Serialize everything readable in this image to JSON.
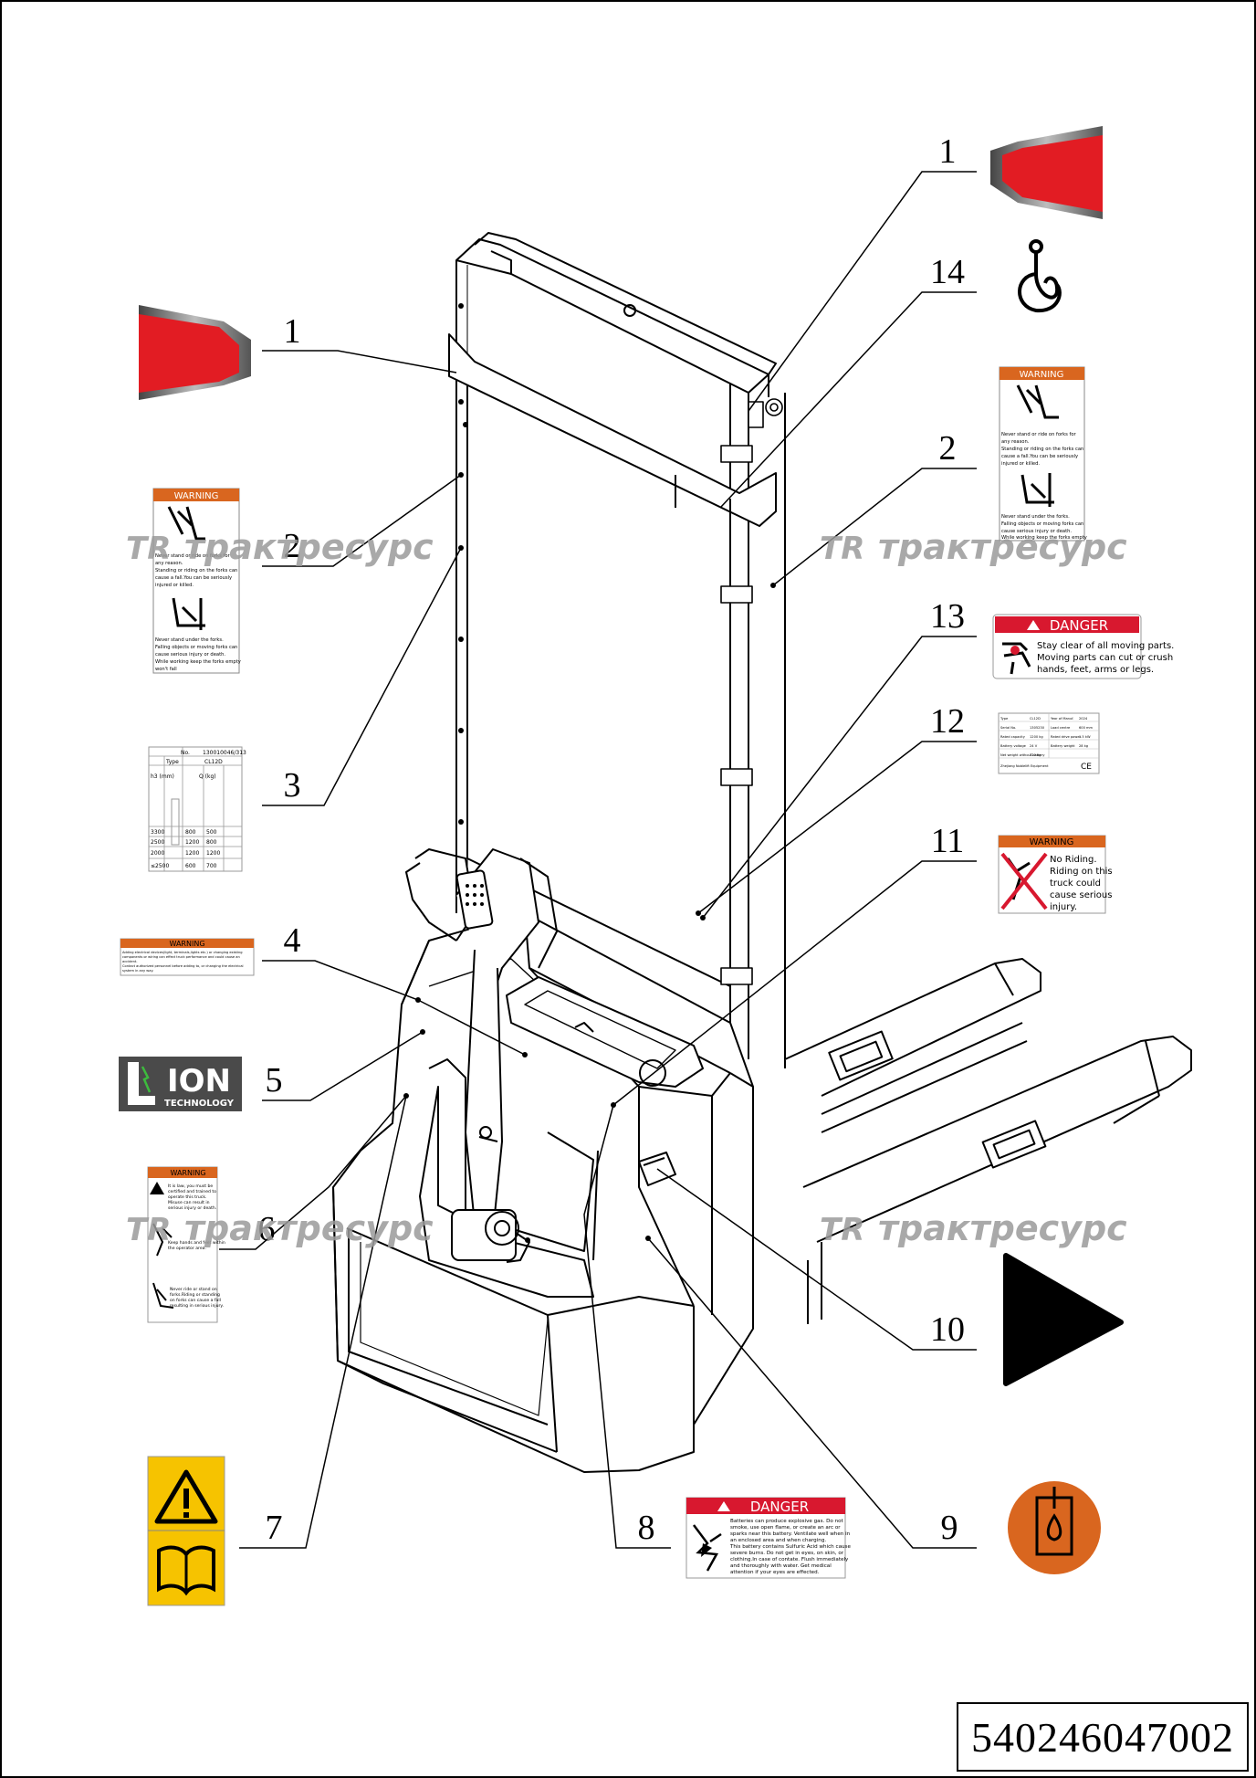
{
  "document_number": "540246047002",
  "watermark": "трактресурс",
  "callouts": [
    "1",
    "1",
    "2",
    "2",
    "3",
    "4",
    "5",
    "6",
    "7",
    "8",
    "9",
    "10",
    "11",
    "12",
    "13",
    "14"
  ],
  "decals": {
    "warning_forks": {
      "header": "WARNING",
      "line1": "Never stand or ride on forks for",
      "line2": "any reason.",
      "line3": "Standing or riding on the forks can",
      "line4": "cause a fall.You can be seriously",
      "line5": "injured or killed.",
      "line6": "Never stand under the forks.",
      "line7": "Falling objects or moving forks can",
      "line8": "cause serious injury or death.",
      "line9": "While working keep the forks empty",
      "line10": "won't fall"
    },
    "load_chart": {
      "no_label": "No.",
      "no_value": "130010046/313",
      "type_label": "Type",
      "type_value": "CL12D",
      "col1": "h3 (mm)",
      "col2": "Q (kg)",
      "r1": [
        "3300",
        "800",
        "500"
      ],
      "r2": [
        "2500",
        "1200",
        "800"
      ],
      "r3": [
        "2000",
        "1200",
        "1200"
      ],
      "r4": [
        "≤2500",
        "600",
        "700"
      ]
    },
    "warning_electrical": {
      "header": "WARNING",
      "text1": "Adding electrical devices(light, terminals,lights etc.) or changing existing",
      "text2": "components or wiring can effect truck performance and could cause an",
      "text3": "accident.",
      "text4": "Contact authorized personnel before adding to, or changing the electrical",
      "text5": "system in any way."
    },
    "lion": {
      "word": "ION",
      "sub": "TECHNOLOGY"
    },
    "warning_operate": {
      "header": "WARNING",
      "t1": "It is law, you must be",
      "t2": "certified and trained to",
      "t3": "operate this truck.",
      "t4": "Misuse can result in",
      "t5": "serious injury or death.",
      "t6": "Keep hands and feet within",
      "t7": "the operator area.",
      "t8": "Never ride or stand on",
      "t9": "forks.Riding or standing",
      "t10": "on forks can cause a fall",
      "t11": "resulting in serious injury."
    },
    "danger_moving": {
      "header": "DANGER",
      "l1": "Stay clear of all moving parts.",
      "l2": "Moving parts can cut or crush",
      "l3": "hands, feet, arms or legs."
    },
    "nameplate": {
      "k1": "Type",
      "v1": "CL12D",
      "k2": "Serial No.",
      "v2": "1305230",
      "k3": "Rated capacity",
      "v3": "1200 kg",
      "k4": "Battery voltage",
      "v4": "24 V",
      "k5": "Net weight without battery",
      "v5": "720 kg",
      "k6": "Year of Manuf.",
      "v6": "2024",
      "k7": "Load centre",
      "v7": "600 mm",
      "k8": "Rated drive power",
      "v8": "1.5 kW",
      "k9": "Battery weight",
      "v9": "28 kg",
      "maker": "Zhejiang Noblelift Equipment",
      "ce": "CE"
    },
    "warning_riding": {
      "header": "WARNING",
      "l1": "No Riding.",
      "l2": "Riding on this",
      "l3": "truck could",
      "l4": "cause serious",
      "l5": "injury."
    },
    "danger_battery": {
      "header": "DANGER",
      "l1": "Batteries can produce explosive gas. Do not",
      "l2": "smoke, use open flame, or create an arc or",
      "l3": "sparks near this battery. Ventilate well when in",
      "l4": "an enclosed area and when charging.",
      "l5": "This battery contains Sulfuric Acid which cause",
      "l6": "severe burns. Do not get in eyes, on skin, or",
      "l7": "clothing.In case of contate. Flush immediately",
      "l8": "and thoroughly with water. Get medical",
      "l9": "attention if your eyes are effected."
    }
  },
  "colors": {
    "warning_orange": "#d9661f",
    "danger_red": "#d8182f",
    "reflector_red": "#e21c23",
    "safety_yellow": "#f6c300",
    "watermark_gray": "#9a9a9a"
  }
}
